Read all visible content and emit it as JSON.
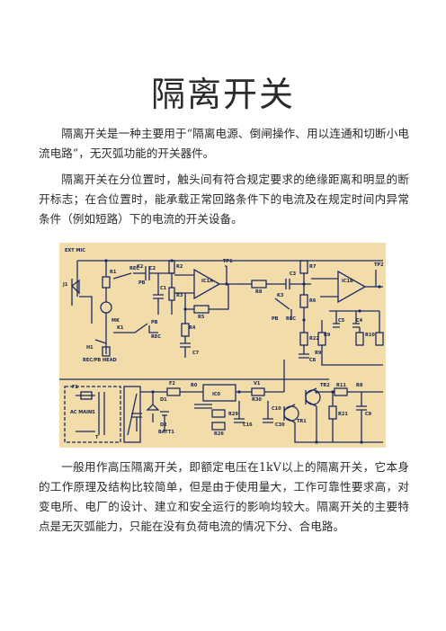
{
  "document": {
    "title": "隔离开关",
    "paragraphs": [
      "隔离开关是一种主要用于“隔离电源、倒闸操作、用以连通和切断小电流电路”，无灭弧功能的开关器件。",
      "隔离开关在分位置时，触头间有符合规定要求的绝缘距离和明显的断开标志；在合位置时，能承载正常回路条件下的电流及在规定时间内异常条件（例如短路）下的电流的开关设备。",
      "一般用作高压隔离开关，即额定电压在1kV以上的隔离开关，它本身的工作原理及结构比较简单，但是由于使用量大，工作可靠性要求高，对变电所、电厂的设计、建立和安全运行的影响均较大。隔离开关的主要特点是无灭弧能力，只能在没有负荷电流的情况下分、合电路。"
    ]
  },
  "circuit_diagram": {
    "background_color": "#f1dcaa",
    "line_color": "#1a2a66",
    "labels": [
      "EXT MIC",
      "J1",
      "R1",
      "MK",
      "REC",
      "C2",
      "K2",
      "PB",
      "C1",
      "R2",
      "R3",
      "TP1",
      "IC1A",
      "R5",
      "R4",
      "C7",
      "K1",
      "PB",
      "REC",
      "H1",
      "REC/PB HEAD",
      "R8",
      "C3",
      "R7",
      "R6",
      "K3",
      "PB",
      "REC",
      "IC1B",
      "TP2",
      "R9",
      "C5",
      "C4",
      "R22",
      "R9",
      "R10",
      "C8",
      "F1",
      "AC MAINS",
      "T",
      "F2",
      "D1",
      "R0",
      "IC0",
      "V1",
      "R30",
      "C10",
      "D2",
      "BATT1",
      "R29",
      "R26",
      "C16",
      "C30",
      "TR2",
      "TR1",
      "R11",
      "R21",
      "C9",
      "R8"
    ]
  }
}
